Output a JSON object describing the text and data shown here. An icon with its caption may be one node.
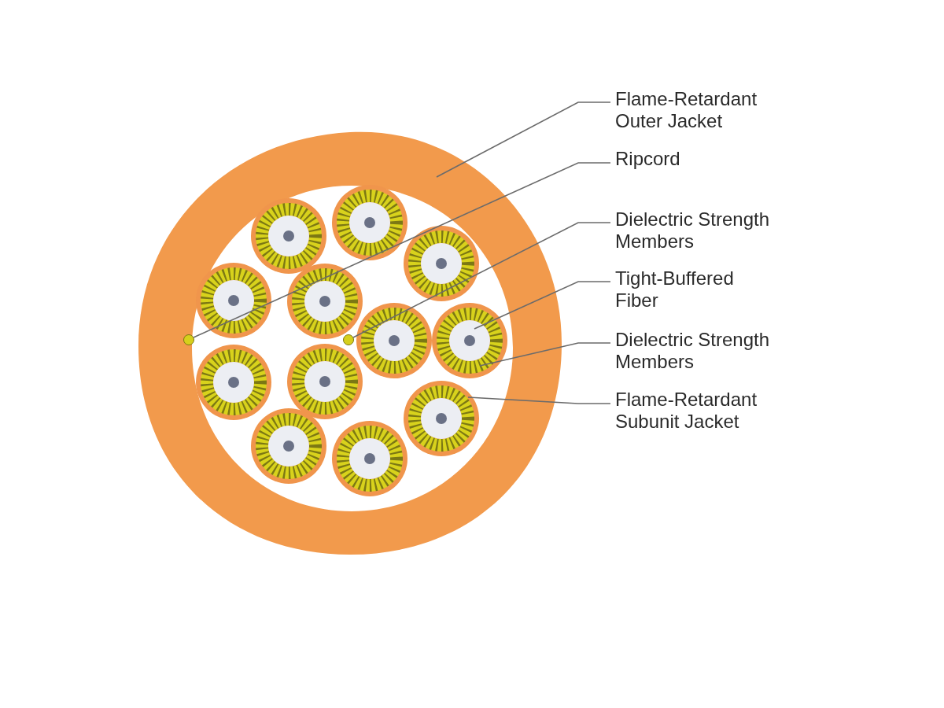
{
  "diagram": {
    "nodes": [
      {
        "text": [
          "Flame-Retardant Outer Jacket"
        ]
      },
      {
        "text": [
          "Ripcord"
        ]
      },
      {
        "text": [
          "Dielectric Strength Members"
        ]
      },
      {
        "text": [
          "Tight-Buffered Fiber"
        ]
      },
      {
        "text": [
          "Dielectric Strength Members"
        ]
      },
      {
        "text": [
          "Flame-Retardant Subunit Jacket"
        ]
      },
      {
        "text": [],
        "shape": "circle"
      },
      {
        "text": [],
        "shape": "circle",
        "in": 6
      },
      {
        "text": [],
        "shape": "circle",
        "in": 6
      },
      {
        "text": [],
        "shape": "circle",
        "in": 10
      },
      {
        "text": [],
        "shape": "circle",
        "in": 22
      },
      {
        "text": [],
        "shape": "circle",
        "in": 6
      },
      {
        "text": [],
        "shape": "circle",
        "in": 6
      },
      {
        "text": [],
        "shape": "circle",
        "in": 6
      },
      {
        "text": [],
        "shape": "circle",
        "in": 6
      },
      {
        "text": [],
        "shape": "circle",
        "in": 6
      },
      {
        "text": [],
        "shape": "circle",
        "in": 6
      },
      {
        "text": [],
        "shape": "circle",
        "in": 6
      },
      {
        "text": [],
        "shape": "circle",
        "in": 6
      },
      {
        "text": [],
        "shape": "circle",
        "in": 6
      },
      {
        "text": [],
        "shape": "circle",
        "in": 6
      },
      {
        "text": [],
        "shape": "circle",
        "in": 6
      },
      {
        "text": [],
        "shape": "circle",
        "in": 6
      }
    ],
    "edges": [
      {
        "from": 0,
        "to": 6,
        "arrow": "none"
      },
      {
        "from": 1,
        "to": 7,
        "arrow": "none"
      },
      {
        "from": 2,
        "to": 8,
        "arrow": "none"
      },
      {
        "from": 3,
        "to": 9,
        "arrow": "none"
      },
      {
        "from": 4,
        "to": 10,
        "arrow": "none"
      },
      {
        "from": 5,
        "to": 11,
        "arrow": "none"
      }
    ]
  }
}
